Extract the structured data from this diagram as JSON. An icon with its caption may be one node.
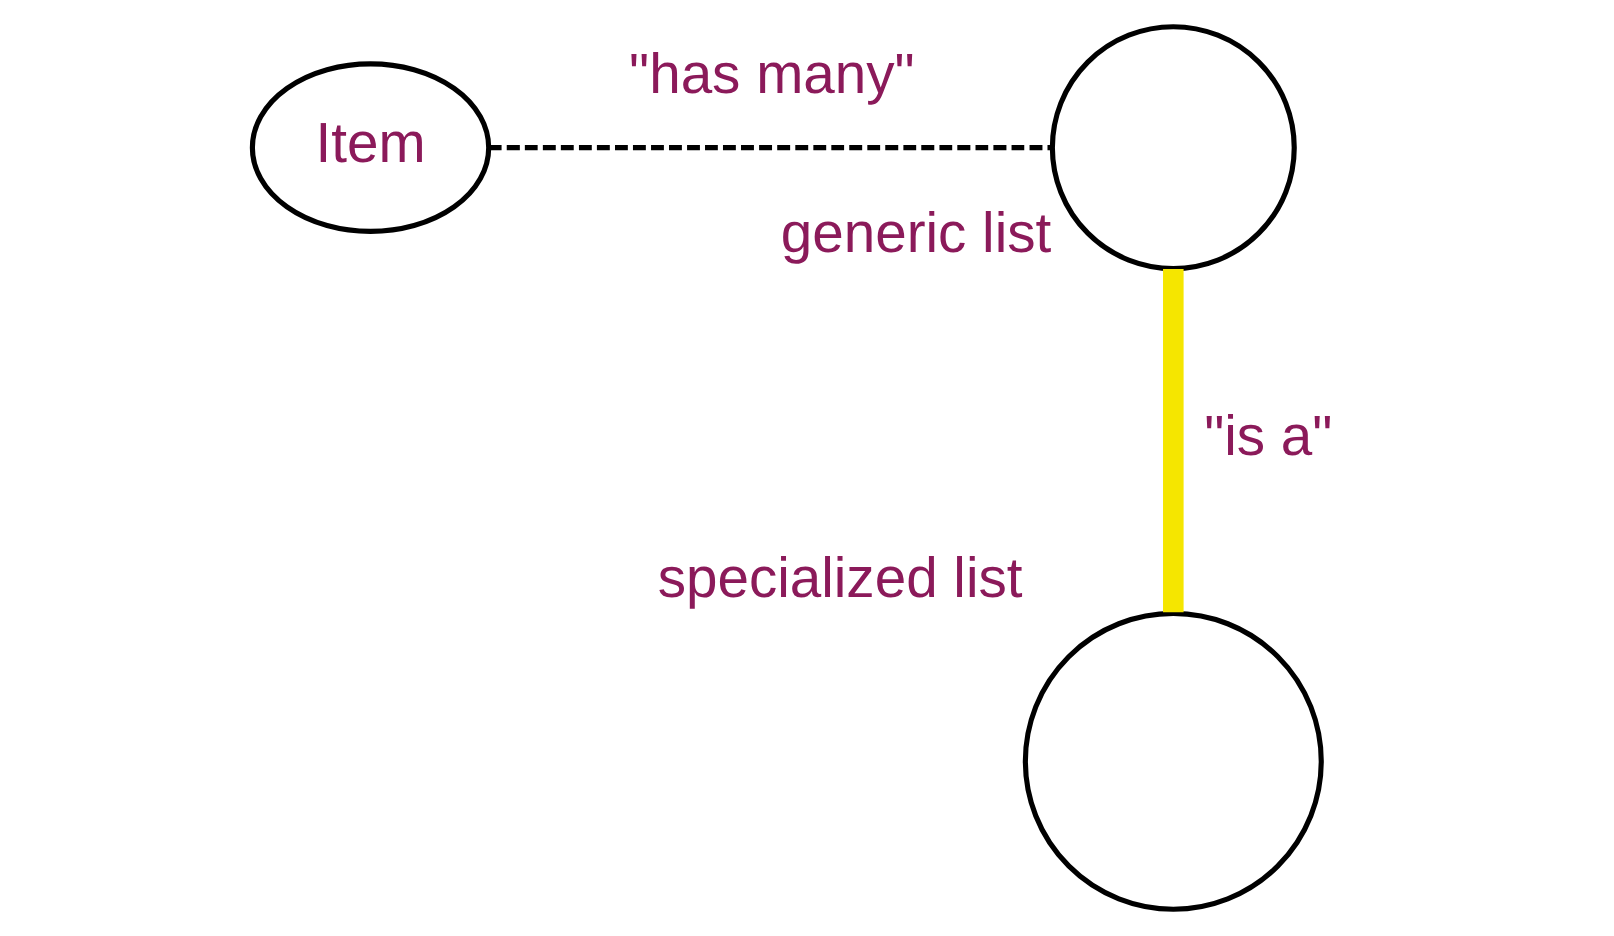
{
  "diagram": {
    "nodes": [
      {
        "text": [
          "Item"
        ]
      },
      {
        "text": [],
        "shape": "circle",
        "beside": [
          "generic list"
        ]
      },
      {
        "text": [],
        "shape": "circle",
        "beside": [
          "specialized list"
        ]
      }
    ],
    "edges": [
      {
        "from": 0,
        "to": 1,
        "arrow": "none",
        "style": "dashed",
        "label": "\"has many\""
      },
      {
        "from": 1,
        "to": 2,
        "arrow": "none",
        "style": "thick",
        "color": "#f5e600",
        "label": "\"is a\""
      }
    ]
  }
}
